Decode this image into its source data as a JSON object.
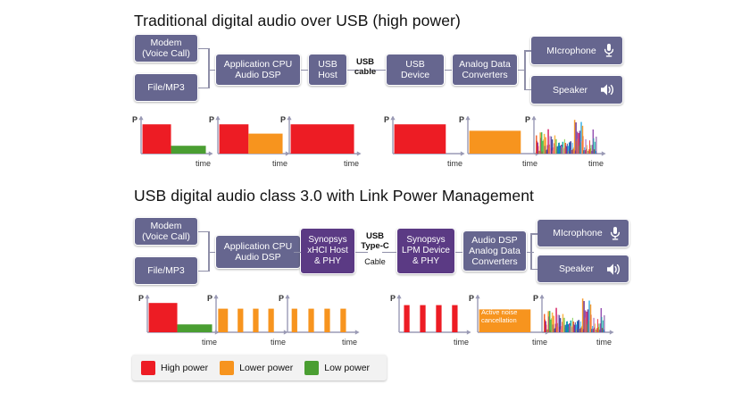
{
  "colors": {
    "high_power": "#ed1c24",
    "lower_power": "#f7941e",
    "low_power": "#4a9e32",
    "block": "#66668f",
    "block_dark": "#5b3a84",
    "axis": "#9a9ab5",
    "background": "#ffffff"
  },
  "sections": [
    {
      "title": "Traditional digital audio over USB (high power)",
      "blocks": [
        {
          "label": "Modem\n(Voice Call)",
          "style": "light"
        },
        {
          "label": "File/MP3",
          "style": "light"
        },
        {
          "label": "Application CPU\nAudio DSP",
          "style": "light"
        },
        {
          "label": "USB\nHost",
          "style": "light"
        },
        {
          "label": "USB\nDevice",
          "style": "light"
        },
        {
          "label": "Analog Data\nConverters",
          "style": "light"
        },
        {
          "label": "MIcrophone",
          "style": "light",
          "icon": "microphone-icon"
        },
        {
          "label": "Speaker",
          "style": "light",
          "icon": "speaker-icon"
        }
      ],
      "cable_label": "USB\ncable"
    },
    {
      "title": "USB digital audio class 3.0 with Link Power Management",
      "blocks": [
        {
          "label": "Modem\n(Voice Call)",
          "style": "light"
        },
        {
          "label": "File/MP3",
          "style": "light"
        },
        {
          "label": "Application CPU\nAudio DSP",
          "style": "light"
        },
        {
          "label": "Synopsys\nxHCI Host\n& PHY",
          "style": "dark"
        },
        {
          "label": "Synopsys\nLPM Device\n& PHY",
          "style": "dark"
        },
        {
          "label": "Audio DSP\nAnalog Data\nConverters",
          "style": "light"
        },
        {
          "label": "MIcrophone",
          "style": "light",
          "icon": "microphone-icon"
        },
        {
          "label": "Speaker",
          "style": "light",
          "icon": "speaker-icon"
        }
      ],
      "cable_label_top": "USB\nType-C",
      "cable_label_bottom": "Cable"
    }
  ],
  "legend": {
    "items": [
      {
        "label": "High power",
        "color": "#ed1c24"
      },
      {
        "label": "Lower power",
        "color": "#f7941e"
      },
      {
        "label": "Low power",
        "color": "#4a9e32"
      }
    ]
  },
  "axis_labels": {
    "y": "P",
    "x": "time"
  },
  "annotations": {
    "active_noise_cancellation": "Active noise\ncancellation"
  },
  "chart_data": [
    {
      "id": "r1c1",
      "type": "bar",
      "row": 1,
      "index": 1,
      "title": "",
      "xlabel": "time",
      "ylabel": "P",
      "grid": false,
      "legend": "none",
      "xlim": [
        0,
        10
      ],
      "ylim": [
        0,
        10
      ],
      "bars": [
        {
          "x0": 0.2,
          "x1": 4.3,
          "height": 8.2,
          "color": "#ed1c24",
          "level": "High power"
        },
        {
          "x0": 4.3,
          "x1": 9.3,
          "height": 2.2,
          "color": "#4a9e32",
          "level": "Low power"
        }
      ]
    },
    {
      "id": "r1c2",
      "type": "bar",
      "row": 1,
      "index": 2,
      "title": "",
      "xlabel": "time",
      "ylabel": "P",
      "grid": false,
      "legend": "none",
      "xlim": [
        0,
        10
      ],
      "ylim": [
        0,
        10
      ],
      "bars": [
        {
          "x0": 0.2,
          "x1": 4.4,
          "height": 8.2,
          "color": "#ed1c24",
          "level": "High power"
        },
        {
          "x0": 4.4,
          "x1": 9.3,
          "height": 5.6,
          "color": "#f7941e",
          "level": "Lower power"
        }
      ]
    },
    {
      "id": "r1c3",
      "type": "bar",
      "row": 1,
      "index": 3,
      "title": "",
      "xlabel": "time",
      "ylabel": "P",
      "grid": false,
      "legend": "none",
      "xlim": [
        0,
        10
      ],
      "ylim": [
        0,
        10
      ],
      "bars": [
        {
          "x0": 0.2,
          "x1": 9.3,
          "height": 8.2,
          "color": "#ed1c24",
          "level": "High power"
        }
      ]
    },
    {
      "id": "r1c4",
      "type": "bar",
      "row": 1,
      "index": 4,
      "title": "",
      "xlabel": "time",
      "ylabel": "P",
      "grid": false,
      "legend": "none",
      "xlim": [
        0,
        10
      ],
      "ylim": [
        0,
        10
      ],
      "bars": [
        {
          "x0": 0.2,
          "x1": 7.6,
          "height": 8.2,
          "color": "#ed1c24",
          "level": "High power"
        }
      ]
    },
    {
      "id": "r1c5",
      "type": "bar",
      "row": 1,
      "index": 5,
      "title": "",
      "xlabel": "time",
      "ylabel": "P",
      "grid": false,
      "legend": "none",
      "xlim": [
        0,
        10
      ],
      "ylim": [
        0,
        10
      ],
      "bars": [
        {
          "x0": 0.2,
          "x1": 7.6,
          "height": 6.4,
          "color": "#f7941e",
          "level": "Lower power"
        }
      ]
    },
    {
      "id": "r1c6",
      "type": "line",
      "row": 1,
      "index": 6,
      "title": "",
      "xlabel": "time",
      "ylabel": "P",
      "grid": false,
      "legend": "none",
      "description": "multicolour noisy audio spectrum trace",
      "xlim": [
        0,
        10
      ],
      "ylim": [
        0,
        10
      ]
    },
    {
      "id": "r2c1",
      "type": "bar",
      "row": 2,
      "index": 1,
      "title": "",
      "xlabel": "time",
      "ylabel": "P",
      "grid": false,
      "legend": "none",
      "xlim": [
        0,
        10
      ],
      "ylim": [
        0,
        10
      ],
      "bars": [
        {
          "x0": 0.2,
          "x1": 4.3,
          "height": 8.2,
          "color": "#ed1c24",
          "level": "High power"
        },
        {
          "x0": 4.3,
          "x1": 9.3,
          "height": 2.2,
          "color": "#4a9e32",
          "level": "Low power"
        }
      ]
    },
    {
      "id": "r2c2",
      "type": "bar",
      "row": 2,
      "index": 2,
      "title": "",
      "xlabel": "time",
      "ylabel": "P",
      "grid": false,
      "legend": "none",
      "xlim": [
        0,
        10
      ],
      "ylim": [
        0,
        10
      ],
      "bars": [
        {
          "x0": 0.3,
          "x1": 1.7,
          "height": 6.6,
          "color": "#f7941e",
          "level": "Lower power"
        },
        {
          "x0": 3.1,
          "x1": 3.9,
          "height": 6.6,
          "color": "#f7941e",
          "level": "Lower power"
        },
        {
          "x0": 5.3,
          "x1": 6.1,
          "height": 6.6,
          "color": "#f7941e",
          "level": "Lower power"
        },
        {
          "x0": 7.5,
          "x1": 8.3,
          "height": 6.6,
          "color": "#f7941e",
          "level": "Lower power"
        }
      ]
    },
    {
      "id": "r2c3",
      "type": "bar",
      "row": 2,
      "index": 3,
      "title": "",
      "xlabel": "time",
      "ylabel": "P",
      "grid": false,
      "legend": "none",
      "xlim": [
        0,
        10
      ],
      "ylim": [
        0,
        10
      ],
      "bars": [
        {
          "x0": 0.6,
          "x1": 1.4,
          "height": 6.6,
          "color": "#f7941e",
          "level": "Lower power"
        },
        {
          "x0": 3.0,
          "x1": 3.8,
          "height": 6.6,
          "color": "#f7941e",
          "level": "Lower power"
        },
        {
          "x0": 5.3,
          "x1": 6.1,
          "height": 6.6,
          "color": "#f7941e",
          "level": "Lower power"
        },
        {
          "x0": 7.6,
          "x1": 8.4,
          "height": 6.6,
          "color": "#f7941e",
          "level": "Lower power"
        }
      ]
    },
    {
      "id": "r2c4",
      "type": "bar",
      "row": 2,
      "index": 4,
      "title": "",
      "xlabel": "time",
      "ylabel": "P",
      "grid": false,
      "legend": "none",
      "xlim": [
        0,
        10
      ],
      "ylim": [
        0,
        10
      ],
      "bars": [
        {
          "x0": 0.7,
          "x1": 1.5,
          "height": 7.6,
          "color": "#ed1c24",
          "level": "High power"
        },
        {
          "x0": 3.0,
          "x1": 3.8,
          "height": 7.6,
          "color": "#ed1c24",
          "level": "High power"
        },
        {
          "x0": 5.3,
          "x1": 6.1,
          "height": 7.6,
          "color": "#ed1c24",
          "level": "High power"
        },
        {
          "x0": 7.6,
          "x1": 8.4,
          "height": 7.6,
          "color": "#ed1c24",
          "level": "High power"
        }
      ]
    },
    {
      "id": "r2c5",
      "type": "bar",
      "row": 2,
      "index": 5,
      "title": "",
      "xlabel": "time",
      "ylabel": "P",
      "grid": false,
      "legend": "none",
      "annotation": "Active noise\ncancellation",
      "xlim": [
        0,
        10
      ],
      "ylim": [
        0,
        10
      ],
      "bars": [
        {
          "x0": 0.2,
          "x1": 7.6,
          "height": 6.4,
          "color": "#f7941e",
          "level": "Lower power"
        }
      ]
    },
    {
      "id": "r2c6",
      "type": "line",
      "row": 2,
      "index": 6,
      "title": "",
      "xlabel": "time",
      "ylabel": "P",
      "grid": false,
      "legend": "none",
      "description": "multicolour noisy audio spectrum trace",
      "xlim": [
        0,
        10
      ],
      "ylim": [
        0,
        10
      ]
    }
  ]
}
